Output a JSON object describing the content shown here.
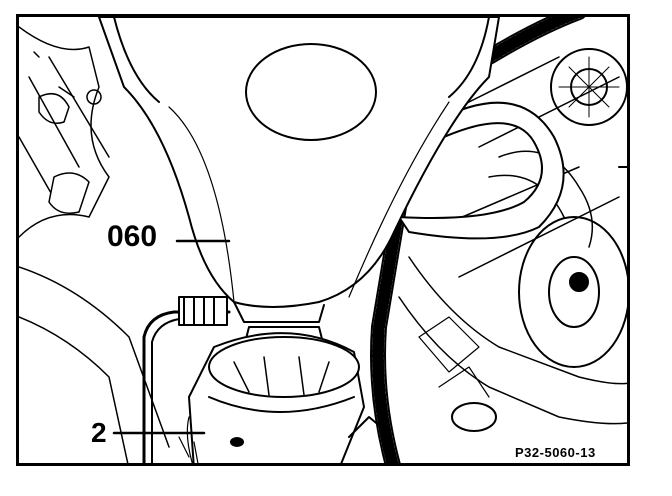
{
  "callouts": {
    "tool_label": "060",
    "part_label": "2"
  },
  "figure_reference": "P32-5060-13"
}
